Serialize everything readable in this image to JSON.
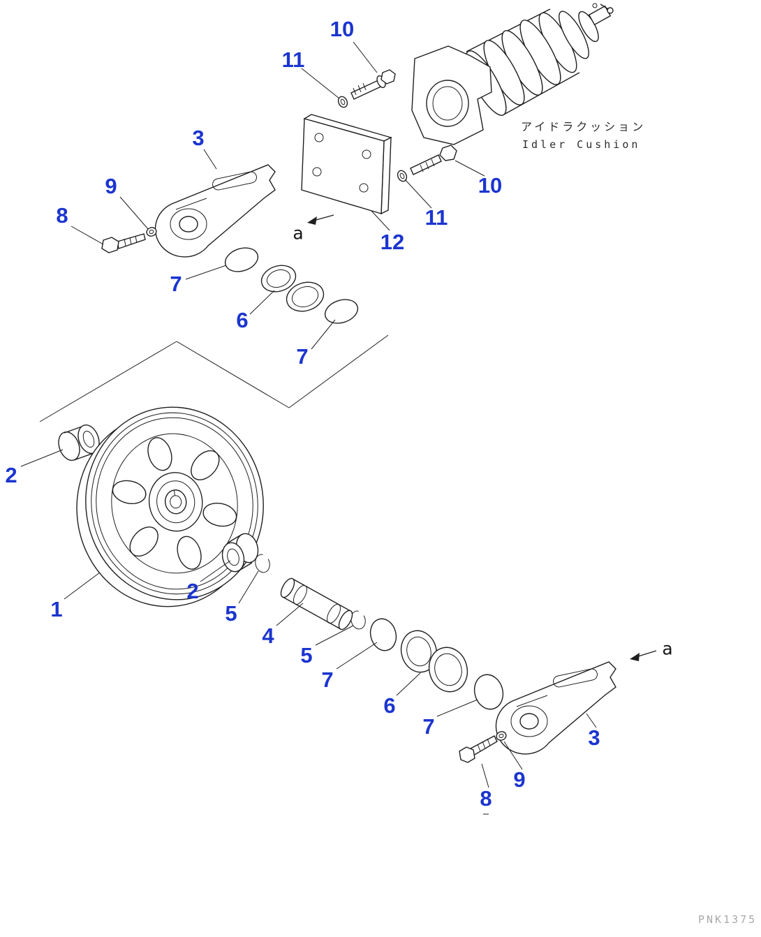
{
  "diagram": {
    "labels": {
      "title_jp": "アイドラクッション",
      "title_en": "Idler Cushion",
      "watermark": "PNK1375",
      "view_arrow": "a"
    },
    "callouts": [
      "10",
      "11",
      "3",
      "9",
      "8",
      "7",
      "6",
      "7",
      "12",
      "11",
      "10",
      "2",
      "1",
      "2",
      "5",
      "4",
      "5",
      "7",
      "6",
      "7",
      "3",
      "9",
      "8"
    ]
  }
}
